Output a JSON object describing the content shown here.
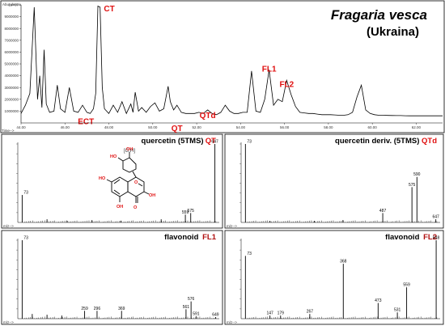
{
  "title": {
    "species": "Fragaria vesca",
    "origin": "(Ukraina)"
  },
  "colors": {
    "red_label": "#e01010",
    "trace": "#000000"
  },
  "chart_data": [
    {
      "type": "line",
      "name": "tic",
      "ylabel": "Abundance",
      "xlabel": "Time-->",
      "xlim": [
        44.0,
        63.2
      ],
      "ylim": [
        0,
        10000000
      ],
      "xticks": [
        "44.00",
        "46.00",
        "48.00",
        "50.00",
        "52.00",
        "54.00",
        "56.00",
        "58.00",
        "60.00",
        "62.00"
      ],
      "yticks": [
        "1000000",
        "2000000",
        "3000000",
        "4000000",
        "5000000",
        "6000000",
        "7000000",
        "8000000",
        "9000000",
        "1e+07"
      ],
      "series": [
        {
          "x": [
            44.0,
            44.2,
            44.4,
            44.6,
            44.75,
            44.85,
            44.95,
            45.05,
            45.15,
            45.3,
            45.5,
            45.65,
            45.8,
            46.0,
            46.2,
            46.4,
            46.6,
            46.8,
            47.0,
            47.15,
            47.3,
            47.4,
            47.5,
            47.6,
            47.7,
            47.8,
            47.9,
            48.0,
            48.2,
            48.4,
            48.6,
            48.8,
            49.0,
            49.1,
            49.2,
            49.35,
            49.5,
            49.7,
            49.9,
            50.1,
            50.3,
            50.5,
            50.7,
            50.8,
            50.95,
            51.1,
            51.3,
            51.5,
            51.7,
            51.9,
            52.1,
            52.3,
            52.5,
            52.7,
            52.9,
            53.1,
            53.3,
            53.5,
            53.7,
            53.9,
            54.1,
            54.3,
            54.5,
            54.7,
            54.9,
            55.1,
            55.3,
            55.5,
            55.7,
            55.9,
            56.1,
            56.3,
            56.5,
            56.7,
            56.9,
            57.1,
            57.3,
            57.5,
            57.7,
            57.9,
            58.1,
            58.3,
            58.5,
            58.7,
            58.9,
            59.1,
            59.3,
            59.5,
            59.7,
            59.9,
            60.1,
            60.3,
            60.5,
            60.7,
            60.9,
            61.1,
            61.3,
            61.5,
            61.7,
            61.9,
            62.1,
            62.3,
            62.5,
            62.7,
            62.9,
            63.2
          ],
          "values": [
            800000,
            1500000,
            2500000,
            9800000,
            2000000,
            4000000,
            1300000,
            6200000,
            1600000,
            900000,
            1000000,
            3200000,
            1200000,
            900000,
            3000000,
            1000000,
            900000,
            1500000,
            900000,
            800000,
            1200000,
            2500000,
            9900000,
            9800000,
            3000000,
            1200000,
            1000000,
            800000,
            1500000,
            900000,
            1800000,
            800000,
            1600000,
            900000,
            2600000,
            1000000,
            1300000,
            900000,
            1400000,
            1700000,
            1000000,
            1200000,
            3100000,
            1800000,
            1100000,
            1500000,
            900000,
            800000,
            800000,
            800000,
            900000,
            800000,
            1100000,
            800000,
            700000,
            900000,
            1500000,
            1000000,
            800000,
            800000,
            900000,
            900000,
            4400000,
            1000000,
            900000,
            2000000,
            4500000,
            1500000,
            2000000,
            1800000,
            3600000,
            2400000,
            1400000,
            900000,
            850000,
            800000,
            800000,
            750000,
            700000,
            700000,
            700000,
            680000,
            650000,
            650000,
            700000,
            900000,
            2200000,
            3200000,
            1100000,
            800000,
            700000,
            650000,
            650000,
            640000,
            630000,
            620000,
            620000,
            610000,
            600000,
            600000,
            600000,
            600000,
            600000,
            600000,
            600000,
            600000
          ]
        }
      ],
      "peak_labels": [
        {
          "label": "CT",
          "x": 47.7
        },
        {
          "label": "ECT",
          "x": 47.4
        },
        {
          "label": "QT",
          "x": 51.1
        },
        {
          "label": "QTd",
          "x": 52.5
        },
        {
          "label": "FL1",
          "x": 55.3
        },
        {
          "label": "FL2",
          "x": 56.1
        }
      ]
    },
    {
      "type": "bar",
      "name": "ms-qt",
      "title": "quercetin (5TMS)",
      "code": "QT",
      "subtitle": "[G,H]",
      "xlabel": "m/z-->",
      "xlim": [
        60,
        660
      ],
      "ylim": [
        0,
        100
      ],
      "bars": [
        {
          "mz": 73,
          "rel": 35,
          "label": "73"
        },
        {
          "mz": 147,
          "rel": 4
        },
        {
          "mz": 207,
          "rel": 2
        },
        {
          "mz": 281,
          "rel": 3
        },
        {
          "mz": 367,
          "rel": 2
        },
        {
          "mz": 487,
          "rel": 4
        },
        {
          "mz": 559,
          "rel": 10,
          "label": "559"
        },
        {
          "mz": 575,
          "rel": 12,
          "label": "575"
        },
        {
          "mz": 647,
          "rel": 100,
          "label": "647"
        }
      ]
    },
    {
      "type": "bar",
      "name": "ms-qtd",
      "title": "quercetin deriv. (5TMS)",
      "code": "QTd",
      "xlabel": "m/z-->",
      "xlim": [
        60,
        660
      ],
      "ylim": [
        0,
        100
      ],
      "bars": [
        {
          "mz": 73,
          "rel": 100,
          "label": "73"
        },
        {
          "mz": 147,
          "rel": 2
        },
        {
          "mz": 281,
          "rel": 2
        },
        {
          "mz": 367,
          "rel": 3
        },
        {
          "mz": 487,
          "rel": 12,
          "label": "487"
        },
        {
          "mz": 575,
          "rel": 45,
          "label": "575"
        },
        {
          "mz": 590,
          "rel": 58,
          "label": "590"
        },
        {
          "mz": 647,
          "rel": 4,
          "label": "647"
        }
      ]
    },
    {
      "type": "bar",
      "name": "ms-fl1",
      "title": "flavonoid",
      "code": "FL1",
      "xlabel": "m/z-->",
      "xlim": [
        60,
        660
      ],
      "ylim": [
        0,
        100
      ],
      "bars": [
        {
          "mz": 73,
          "rel": 100,
          "label": "73"
        },
        {
          "mz": 103,
          "rel": 6
        },
        {
          "mz": 147,
          "rel": 5
        },
        {
          "mz": 191,
          "rel": 4
        },
        {
          "mz": 259,
          "rel": 10,
          "label": "259"
        },
        {
          "mz": 296,
          "rel": 10,
          "label": "296"
        },
        {
          "mz": 369,
          "rel": 10,
          "label": "369"
        },
        {
          "mz": 561,
          "rel": 12,
          "label": "561"
        },
        {
          "mz": 576,
          "rel": 22,
          "label": "576"
        },
        {
          "mz": 591,
          "rel": 3,
          "label": "591"
        },
        {
          "mz": 649,
          "rel": 2,
          "label": "649"
        }
      ]
    },
    {
      "type": "bar",
      "name": "ms-fl2",
      "title": "flavonoid",
      "code": "FL2",
      "xlabel": "m/z-->",
      "xlim": [
        60,
        660
      ],
      "ylim": [
        0,
        100
      ],
      "bars": [
        {
          "mz": 73,
          "rel": 80,
          "label": "73"
        },
        {
          "mz": 147,
          "rel": 4,
          "label": "147"
        },
        {
          "mz": 179,
          "rel": 4,
          "label": "179"
        },
        {
          "mz": 267,
          "rel": 6,
          "label": "267"
        },
        {
          "mz": 368,
          "rel": 70,
          "label": "368"
        },
        {
          "mz": 473,
          "rel": 20,
          "label": "473"
        },
        {
          "mz": 531,
          "rel": 8,
          "label": "531"
        },
        {
          "mz": 559,
          "rel": 40,
          "label": "559"
        },
        {
          "mz": 648,
          "rel": 100,
          "label": "648"
        }
      ]
    }
  ]
}
